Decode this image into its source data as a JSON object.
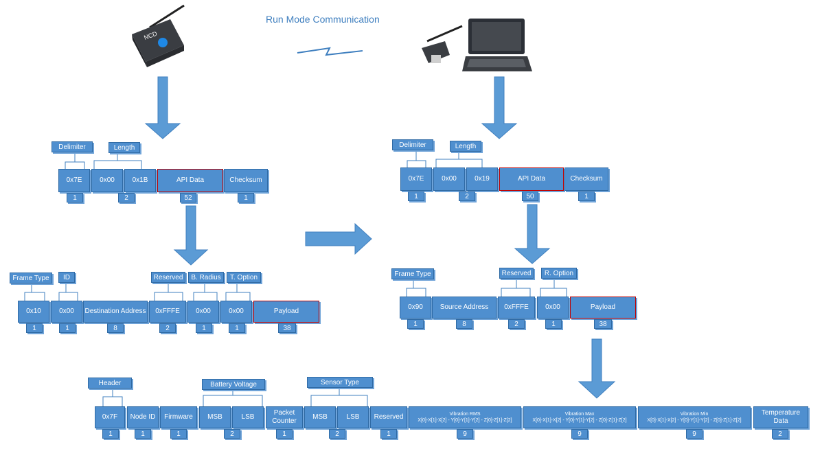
{
  "title": "Run Mode Communication",
  "sensor_device": {
    "logo": "NCD",
    "name": "Sensor device with antenna"
  },
  "gateway_device": {
    "name": "USB gateway with antenna"
  },
  "colors": {
    "box": "#4f8fcf",
    "border": "#2f6aa4",
    "highlight": "#c00000",
    "arrow": "#5b9bd5"
  },
  "left_packet": {
    "labels": {
      "delimiter": "Delimiter",
      "length": "Length"
    },
    "fields": [
      {
        "value": "0x7E",
        "count": "1"
      },
      {
        "value": "0x00",
        "count": ""
      },
      {
        "value": "0x1B",
        "count": "2"
      },
      {
        "value": "API Data",
        "count": "52"
      },
      {
        "value": "Checksum",
        "count": "1"
      }
    ]
  },
  "left_api": {
    "labels": {
      "frame_type": "Frame Type",
      "id": "ID",
      "reserved": "Reserved",
      "b_radius": "B. Radius",
      "t_option": "T. Option"
    },
    "fields": [
      {
        "value": "0x10",
        "count": "1"
      },
      {
        "value": "0x00",
        "count": "1"
      },
      {
        "value": "Destination Address",
        "count": "8"
      },
      {
        "value": "0xFFFE",
        "count": "2"
      },
      {
        "value": "0x00",
        "count": "1"
      },
      {
        "value": "0x00",
        "count": "1"
      },
      {
        "value": "Payload",
        "count": "38"
      }
    ]
  },
  "right_packet": {
    "labels": {
      "delimiter": "Delimiter",
      "length": "Length"
    },
    "fields": [
      {
        "value": "0x7E",
        "count": "1"
      },
      {
        "value": "0x00",
        "count": ""
      },
      {
        "value": "0x19",
        "count": "2"
      },
      {
        "value": "API Data",
        "count": "50"
      },
      {
        "value": "Checksum",
        "count": "1"
      }
    ]
  },
  "right_api": {
    "labels": {
      "frame_type": "Frame Type",
      "reserved": "Reserved",
      "r_option": "R. Option"
    },
    "fields": [
      {
        "value": "0x90",
        "count": "1"
      },
      {
        "value": "Source Address",
        "count": "8"
      },
      {
        "value": "0xFFFE",
        "count": "2"
      },
      {
        "value": "0x00",
        "count": "1"
      },
      {
        "value": "Payload",
        "count": "38"
      }
    ]
  },
  "payload": {
    "labels": {
      "header": "Header",
      "battery_voltage": "Battery Voltage",
      "sensor_type": "Sensor Type"
    },
    "fields": [
      {
        "value": "0x7F",
        "count": "1"
      },
      {
        "value": "Node ID",
        "count": "1"
      },
      {
        "value": "Firmware",
        "count": "1"
      },
      {
        "value": "MSB",
        "count": ""
      },
      {
        "value": "LSB",
        "count": "2"
      },
      {
        "value": "Packet Counter",
        "count": "1"
      },
      {
        "value": "MSB",
        "count": ""
      },
      {
        "value": "LSB",
        "count": "2"
      },
      {
        "value": "Reserved",
        "count": "1"
      },
      {
        "value": "Vibration RMS",
        "sub": "X[0]-X[1]-X[2] - Y[0]-Y[1]-Y[2] - Z[0]-Z[1]-Z[2]",
        "count": "9"
      },
      {
        "value": "Vibration Max",
        "sub": "X[0]-X[1]-X[2] - Y[0]-Y[1]-Y[2] - Z[0]-Z[1]-Z[2]",
        "count": "9"
      },
      {
        "value": "Vibration Min",
        "sub": "X[0]-X[1]-X[2] - Y[0]-Y[1]-Y[2] - Z[0]-Z[1]-Z[2]",
        "count": "9"
      },
      {
        "value": "Temperature Data",
        "count": "2"
      }
    ]
  }
}
